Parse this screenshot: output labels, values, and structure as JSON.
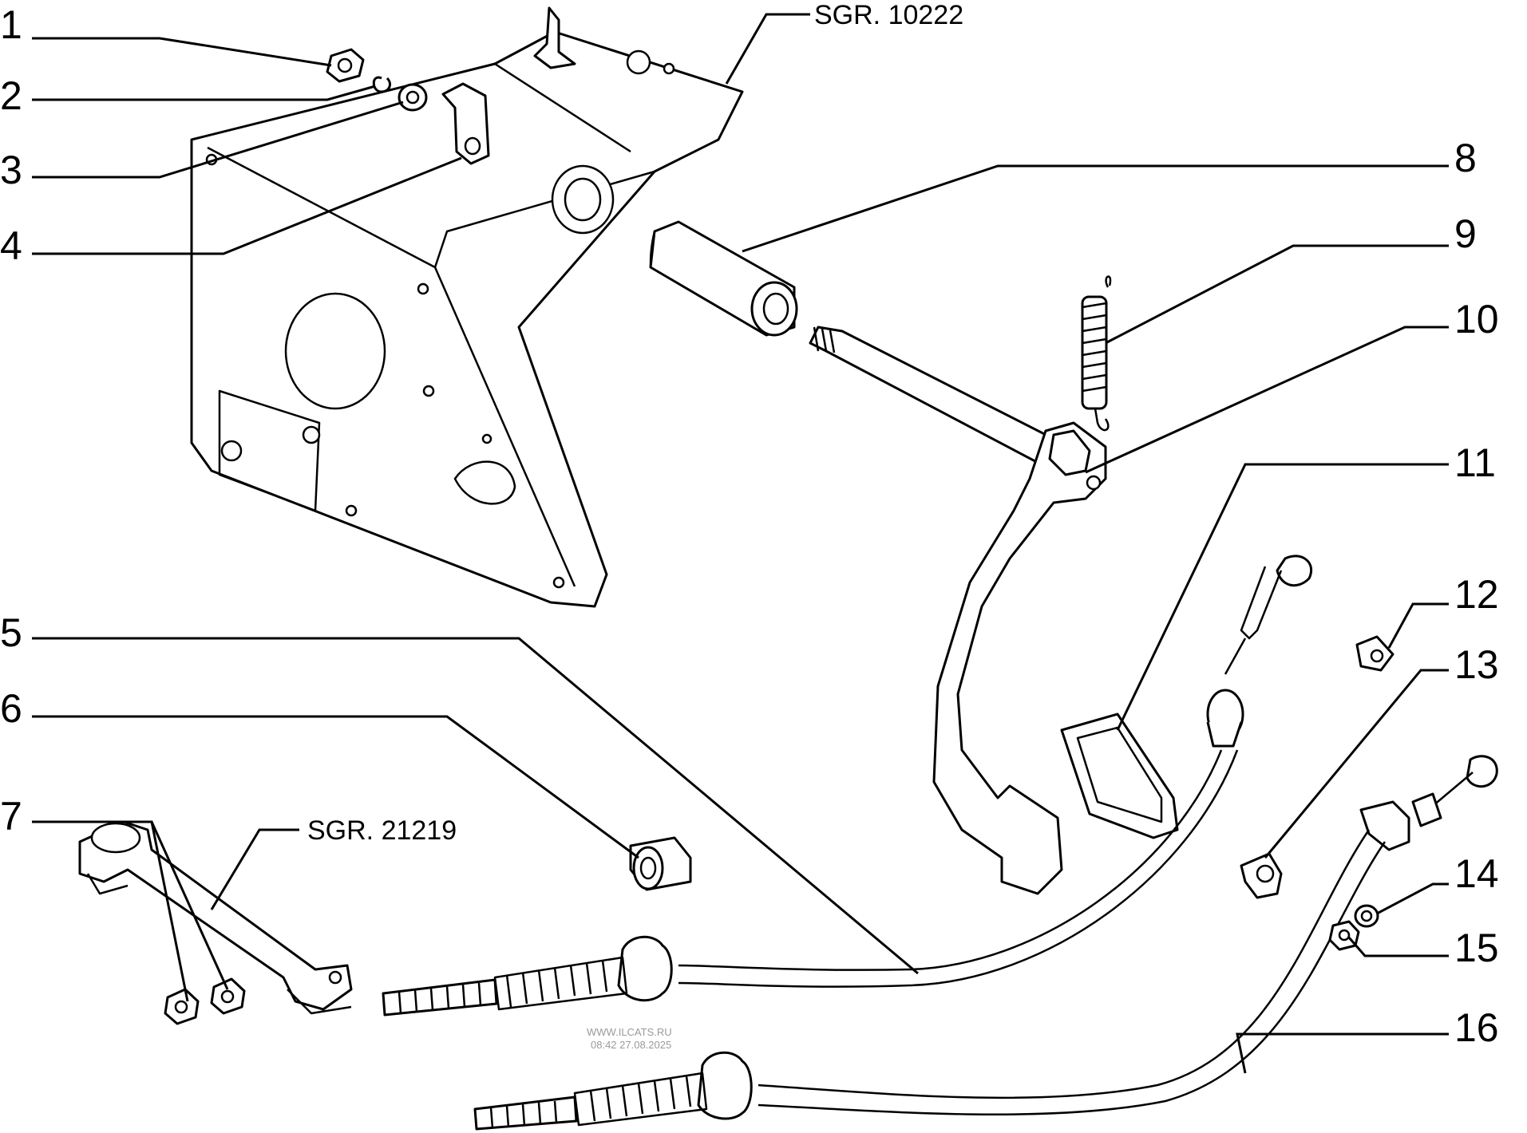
{
  "diagram": {
    "callouts": [
      "1",
      "2",
      "3",
      "4",
      "5",
      "6",
      "7",
      "8",
      "9",
      "10",
      "11",
      "12",
      "13",
      "14",
      "15",
      "16"
    ],
    "ref_labels": {
      "bracket": "SGR. 10222",
      "lever": "SGR. 21219"
    },
    "watermark": {
      "line1": "WWW.ILCATS.RU",
      "line2": "08:42 27.08.2025"
    }
  }
}
